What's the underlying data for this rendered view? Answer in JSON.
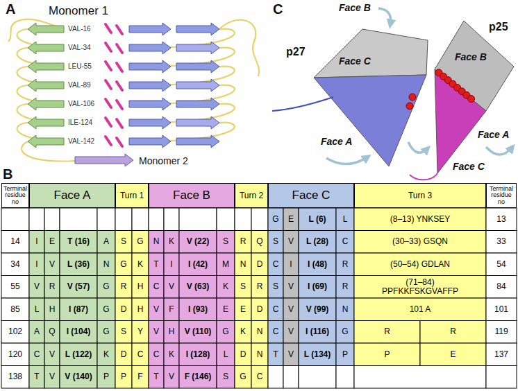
{
  "diagram": {
    "nodes": [
      {
        "text": [
          "Terminal residue no"
        ]
      },
      {
        "text": [
          "Face A"
        ]
      },
      {
        "text": [
          "Turn 1"
        ]
      },
      {
        "text": [
          "Face B"
        ]
      },
      {
        "text": [
          "Turn 2"
        ]
      },
      {
        "text": [
          "Face C"
        ]
      },
      {
        "text": [
          "Turn 3"
        ]
      },
      {
        "text": [
          "Terminal residue no"
        ]
      }
    ],
    "labels": [
      "A",
      "Monomer 1",
      "VAL-16",
      "VAL-34",
      "LEU-55",
      "VAL-89",
      "VAL-106",
      "ILE-124",
      "VAL-142",
      "Monomer 2",
      "C",
      "Face B",
      "p27",
      "Face C",
      "Face A",
      "p25",
      "Face B",
      "Face A",
      "Face C",
      "B",
      "G",
      "E",
      "L (6)",
      "L",
      "(8–13) YNKSEY",
      "13",
      "14",
      "I",
      "E",
      "T (16)",
      "A",
      "S",
      "G",
      "N",
      "K",
      "V (22)",
      "S",
      "R",
      "Q",
      "S",
      "V",
      "L (28)",
      "C",
      "(30–33) GSQN",
      "33",
      "34",
      "I",
      "V",
      "L (36)",
      "N",
      "G",
      "K",
      "T",
      "I",
      "I (42)",
      "M",
      "N",
      "D",
      "C",
      "I",
      "I (48)",
      "R",
      "(50–54) GDLAN",
      "54",
      "55",
      "V",
      "R",
      "V (57)",
      "G",
      "R",
      "H",
      "C",
      "V",
      "V (63)",
      "K",
      "S",
      "R",
      "S",
      "V",
      "I (69)",
      "R",
      "(71–84) PPFKKFSKGVAFFP",
      "84",
      "85",
      "L",
      "H",
      "I (87)",
      "G",
      "D",
      "H",
      "V",
      "F",
      "I (93)",
      "E",
      "E",
      "D",
      "C",
      "V",
      "V (99)",
      "N",
      "101 A",
      "101",
      "102",
      "A",
      "Q",
      "I (104)",
      "G",
      "S",
      "Y",
      "V",
      "H",
      "V (110)",
      "G",
      "K",
      "N",
      "C",
      "V",
      "I (116)",
      "G",
      "R",
      "R",
      "119",
      "120",
      "C",
      "V",
      "L (122)",
      "K",
      "D",
      "C",
      "C",
      "K",
      "I (128)",
      "L",
      "D",
      "N",
      "T",
      "V",
      "L (134)",
      "P",
      "P",
      "E",
      "137",
      "138",
      "T",
      "V",
      "V (140)",
      "P",
      "P",
      "F",
      "T",
      "V",
      "F (146)",
      "S",
      "G",
      "C"
    ]
  }
}
